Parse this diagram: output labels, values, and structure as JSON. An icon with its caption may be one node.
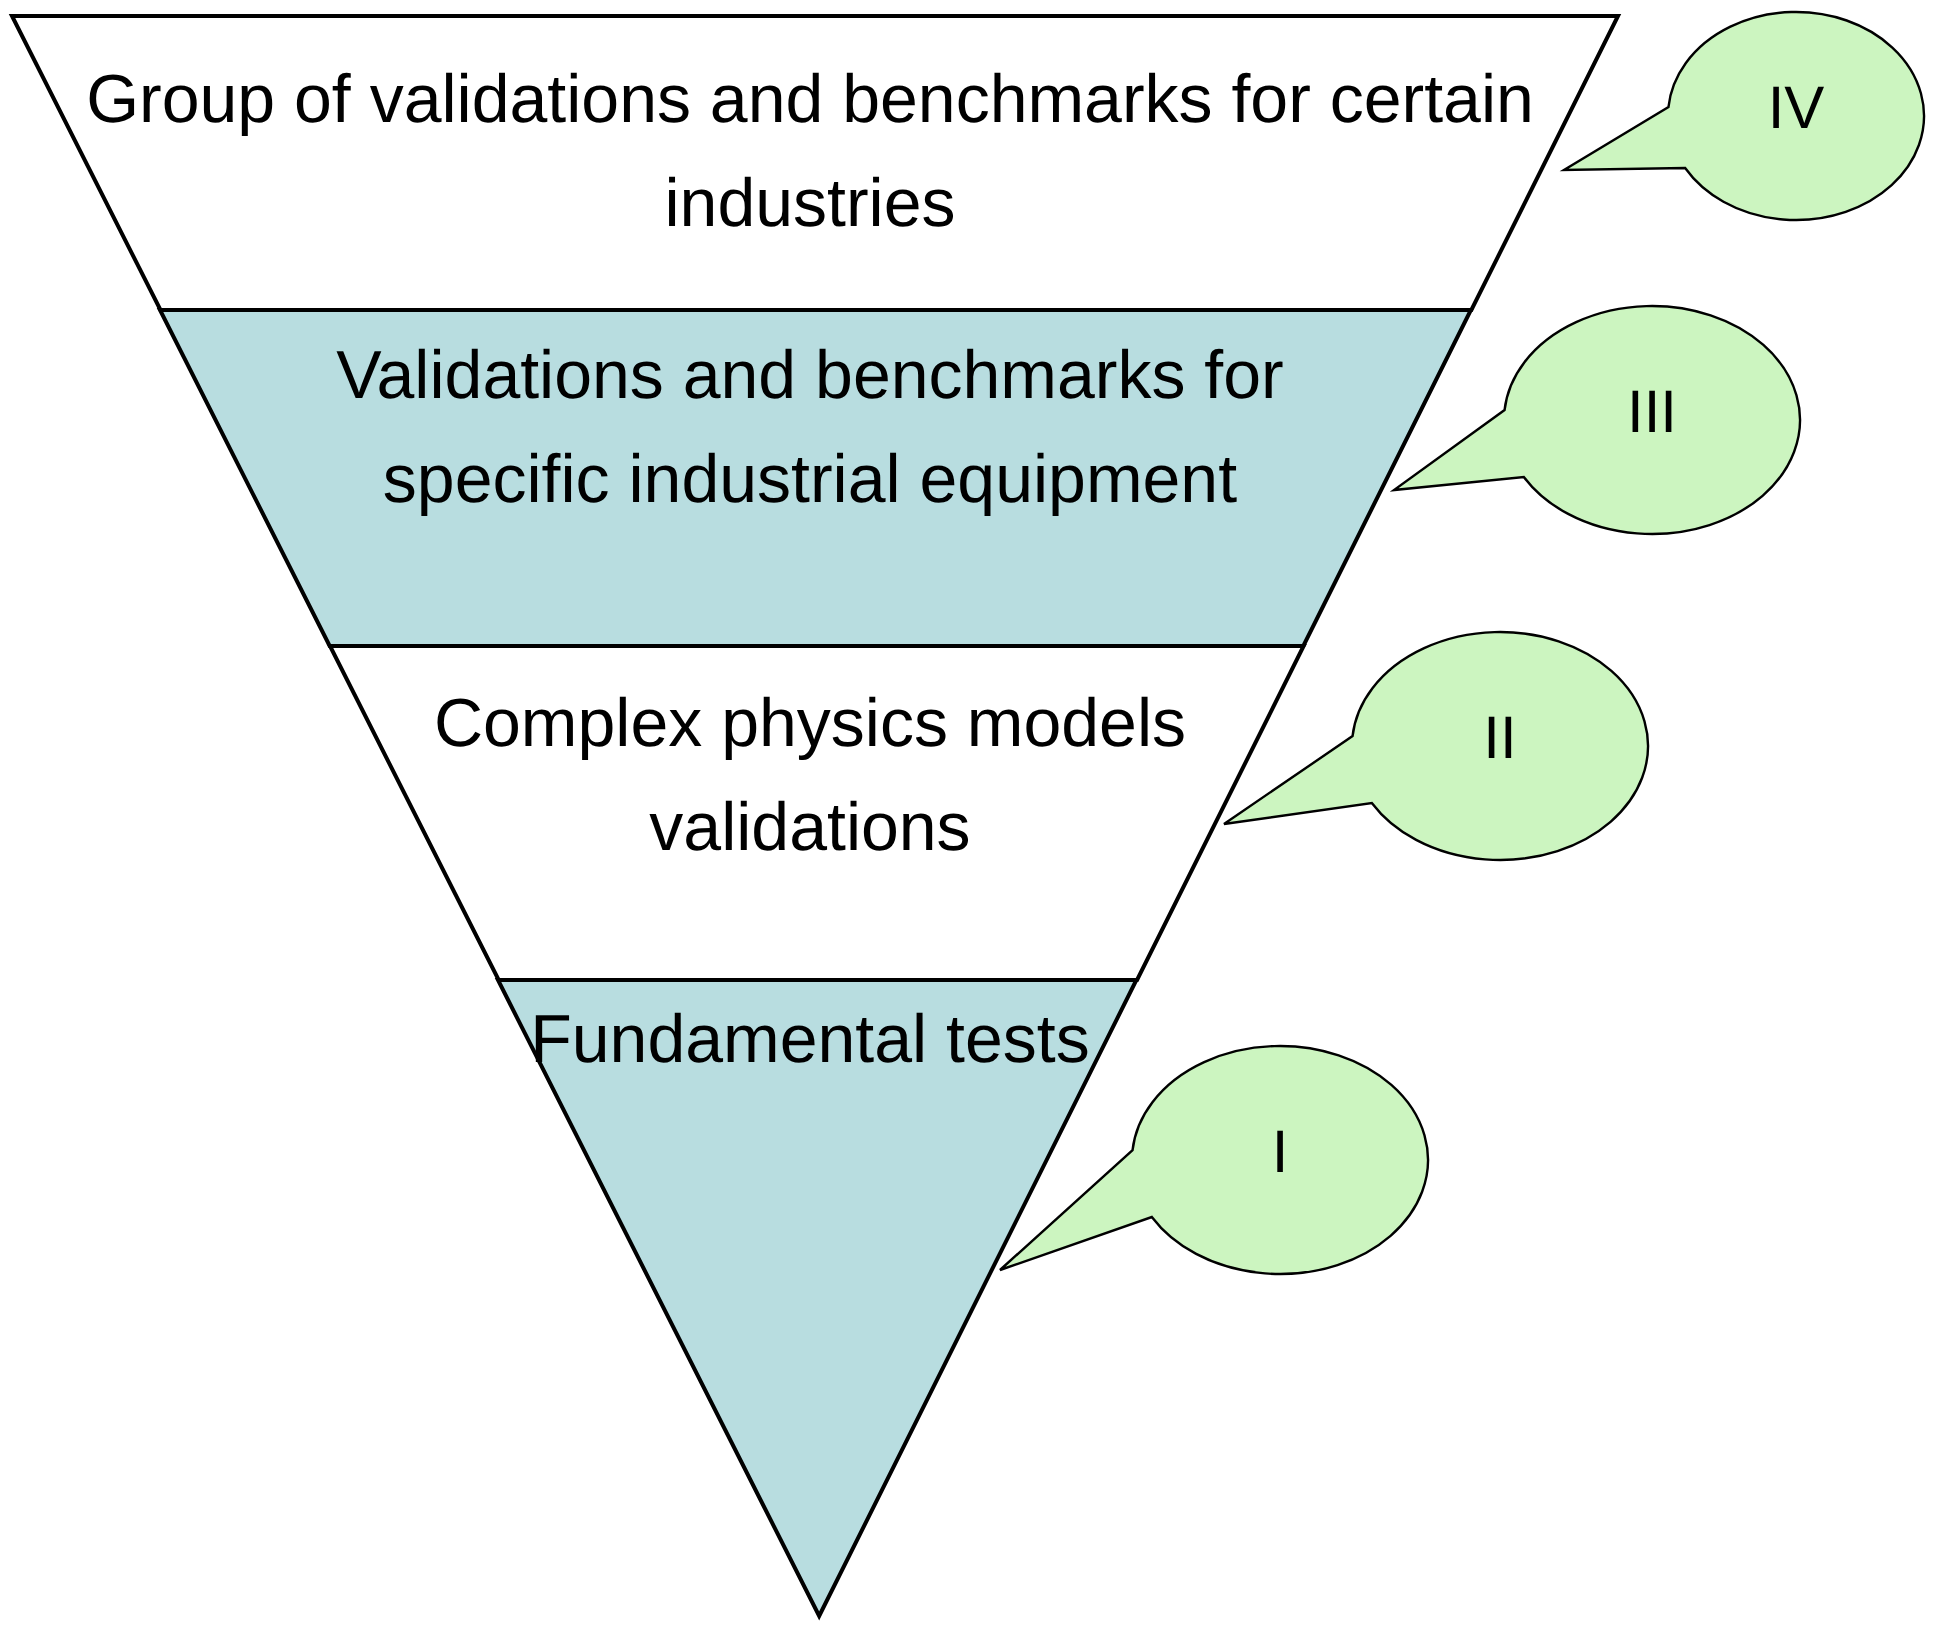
{
  "diagram": {
    "nodes": [
      {
        "text": [
          "Group of validations and benchmarks for certain industries"
        ]
      },
      {
        "text": [
          "Validations and benchmarks for specific industrial equipment"
        ]
      },
      {
        "text": [
          "Complex physics models validations"
        ]
      },
      {
        "text": [
          "Fundamental tests"
        ]
      },
      {
        "text": [
          "IV"
        ]
      },
      {
        "text": [
          "III"
        ]
      },
      {
        "text": [
          "II"
        ]
      },
      {
        "text": [
          "I"
        ]
      }
    ]
  }
}
